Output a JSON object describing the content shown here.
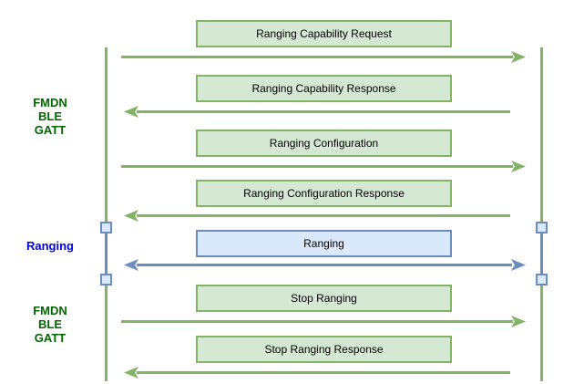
{
  "colors": {
    "green_box_fill": "#d5e8d4",
    "green_stroke": "#82b366",
    "blue_box_fill": "#dae8fc",
    "blue_stroke": "#6c8ebf",
    "section_label_green": "#006600",
    "section_label_blue": "#0000ee",
    "message_text": "#000000",
    "background": "#ffffff"
  },
  "sections": [
    {
      "label_lines": [
        "FMDN",
        "BLE",
        "GATT"
      ],
      "label_color": "green",
      "messages": [
        {
          "label": "Ranging Capability Request",
          "direction": "right",
          "color": "green"
        },
        {
          "label": "Ranging Capability Response",
          "direction": "left",
          "color": "green"
        },
        {
          "label": "Ranging Configuration",
          "direction": "right",
          "color": "green"
        },
        {
          "label": "Ranging Configuration Response",
          "direction": "left",
          "color": "green"
        }
      ]
    },
    {
      "label_lines": [
        "Ranging"
      ],
      "label_color": "blue",
      "messages": [
        {
          "label": "Ranging",
          "direction": "both",
          "color": "blue"
        }
      ]
    },
    {
      "label_lines": [
        "FMDN",
        "BLE",
        "GATT"
      ],
      "label_color": "green",
      "messages": [
        {
          "label": "Stop Ranging",
          "direction": "right",
          "color": "green"
        },
        {
          "label": "Stop Ranging Response",
          "direction": "left",
          "color": "green"
        }
      ]
    }
  ]
}
